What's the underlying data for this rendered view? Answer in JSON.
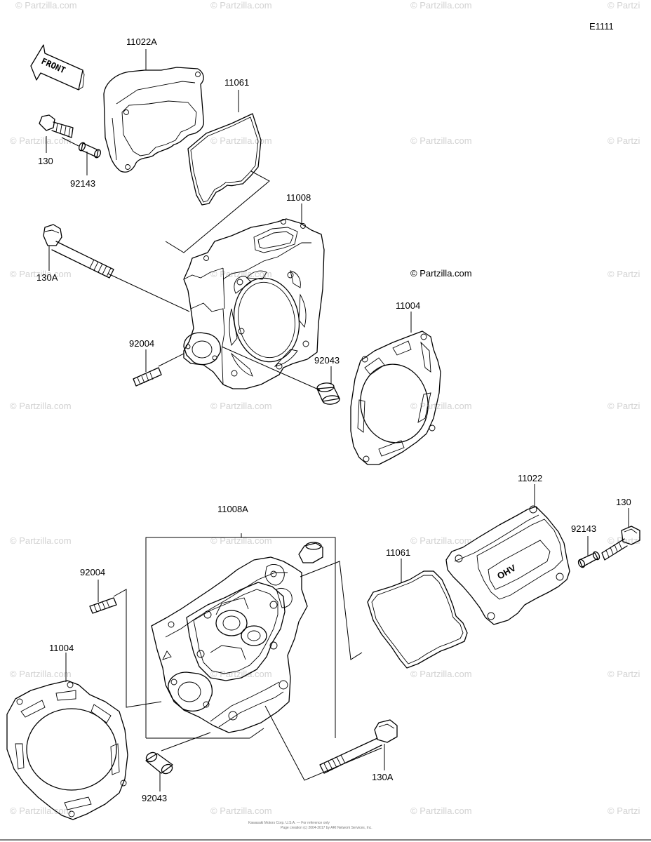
{
  "diagram_code": "E1111",
  "brand_notice": "© Partzilla.com",
  "front_label": "FRONT",
  "watermark_text": "© Partzilla.com",
  "watermark_partial": "© Partzi",
  "cover_marking": "OHV",
  "labels": {
    "l_11022A": "11022A",
    "l_11061_top": "11061",
    "l_130_top": "130",
    "l_92143_top": "92143",
    "l_11008": "11008",
    "l_130A_top": "130A",
    "l_11004_top": "11004",
    "l_92004_top": "92004",
    "l_92043_top": "92043",
    "l_11022": "11022",
    "l_130_bottom": "130",
    "l_92143_bottom": "92143",
    "l_11008A": "11008A",
    "l_11061_bottom": "11061",
    "l_92004_bottom": "92004",
    "l_11004_bottom": "11004",
    "l_92043_bottom": "92043",
    "l_130A_bottom": "130A"
  },
  "footer_lines": [
    "Kawasaki Motors Corp. U.S.A. — For reference only",
    "Page creation (c) 2004-2017 by ARI Network Services, Inc."
  ]
}
